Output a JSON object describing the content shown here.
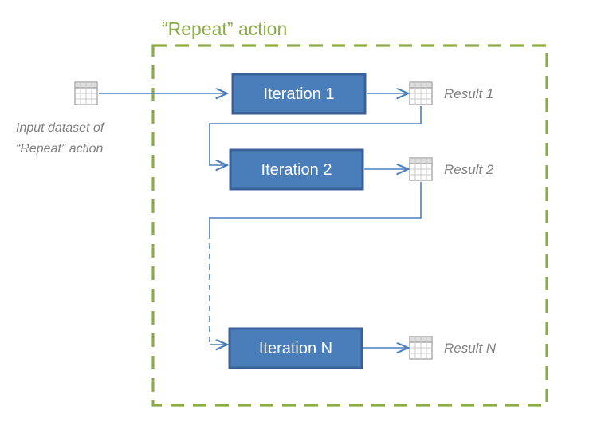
{
  "diagram": {
    "title": "“Repeat” action",
    "input_label_line1": "Input dataset of",
    "input_label_line2": "“Repeat” action",
    "input_icon_name": "table-icon",
    "iterations": [
      {
        "label": "Iteration 1",
        "result_label": "Result 1"
      },
      {
        "label": "Iteration 2",
        "result_label": "Result 2"
      },
      {
        "label": "Iteration N",
        "result_label": "Result N"
      }
    ],
    "colors": {
      "group_border": "#8CAD46",
      "group_title": "#8CAD46",
      "box_fill": "#4A7EBB",
      "box_border": "#3A6099",
      "box_text": "#FFFFFF",
      "connector": "#4A7EBB",
      "label_text": "#7F7F7F",
      "icon_stroke": "#9A9A9A",
      "icon_header_fill": "#DDDDDD",
      "background": "#FFFFFF"
    }
  }
}
